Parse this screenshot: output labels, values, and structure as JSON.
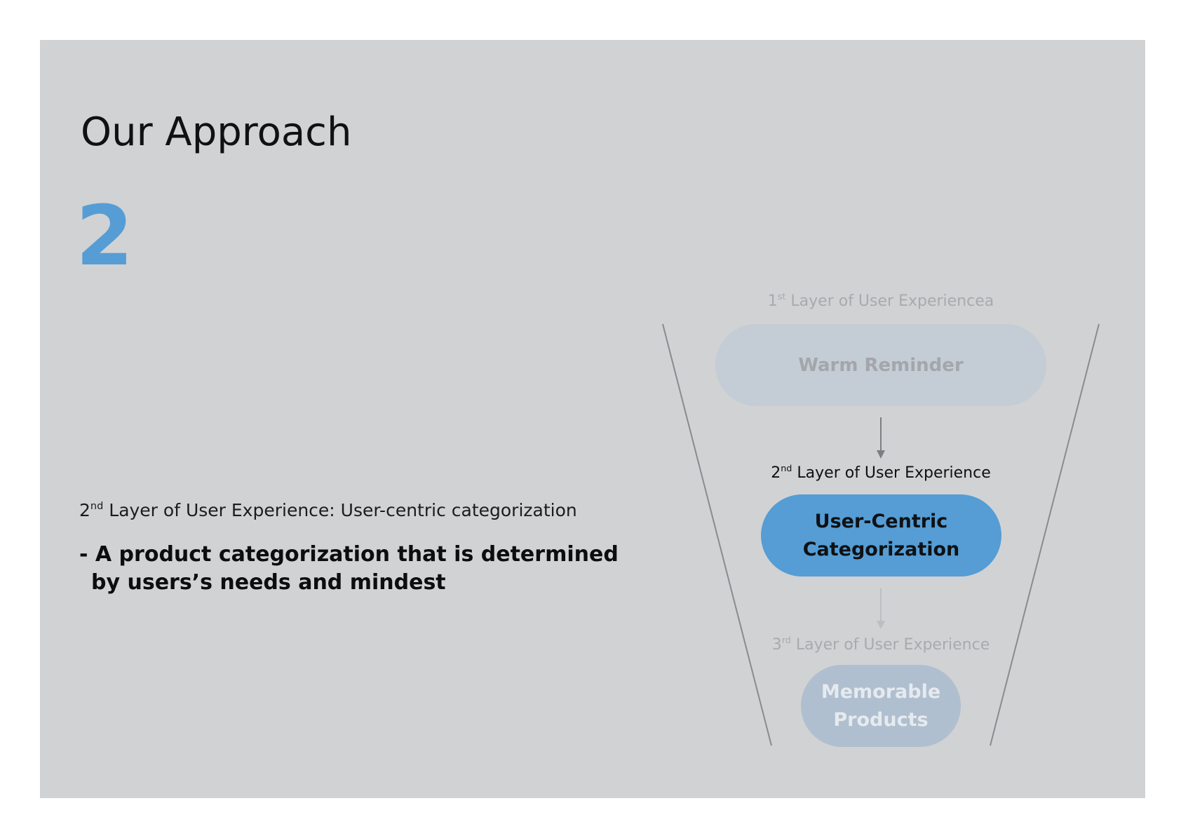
{
  "title": "Our Approach",
  "step_number": "2",
  "subtitle": {
    "prefix": "2",
    "suffix": "nd",
    "text": " Layer of User Experience:  User-centric categorization"
  },
  "description": {
    "line1": "- A product categorization that is determined",
    "line2": "by users’s needs and mindest"
  },
  "funnel": {
    "layers": [
      {
        "label_prefix": "1",
        "label_suffix": "st",
        "label_text": " Layer of User Experiencea",
        "pill_line1": "Warm Reminder",
        "pill_line2": "",
        "state": "dimmed"
      },
      {
        "label_prefix": "2",
        "label_suffix": "nd",
        "label_text": " Layer of User Experience",
        "pill_line1": "User-Centric",
        "pill_line2": "Categorization",
        "state": "active"
      },
      {
        "label_prefix": "3",
        "label_suffix": "rd",
        "label_text": " Layer of User Experience",
        "pill_line1": "Memorable",
        "pill_line2": "Products",
        "state": "dimmed"
      }
    ]
  },
  "colors": {
    "accent": "#559dd4",
    "slide_background": "#d1d2d4",
    "dimmed_text": "#a9aaad"
  }
}
